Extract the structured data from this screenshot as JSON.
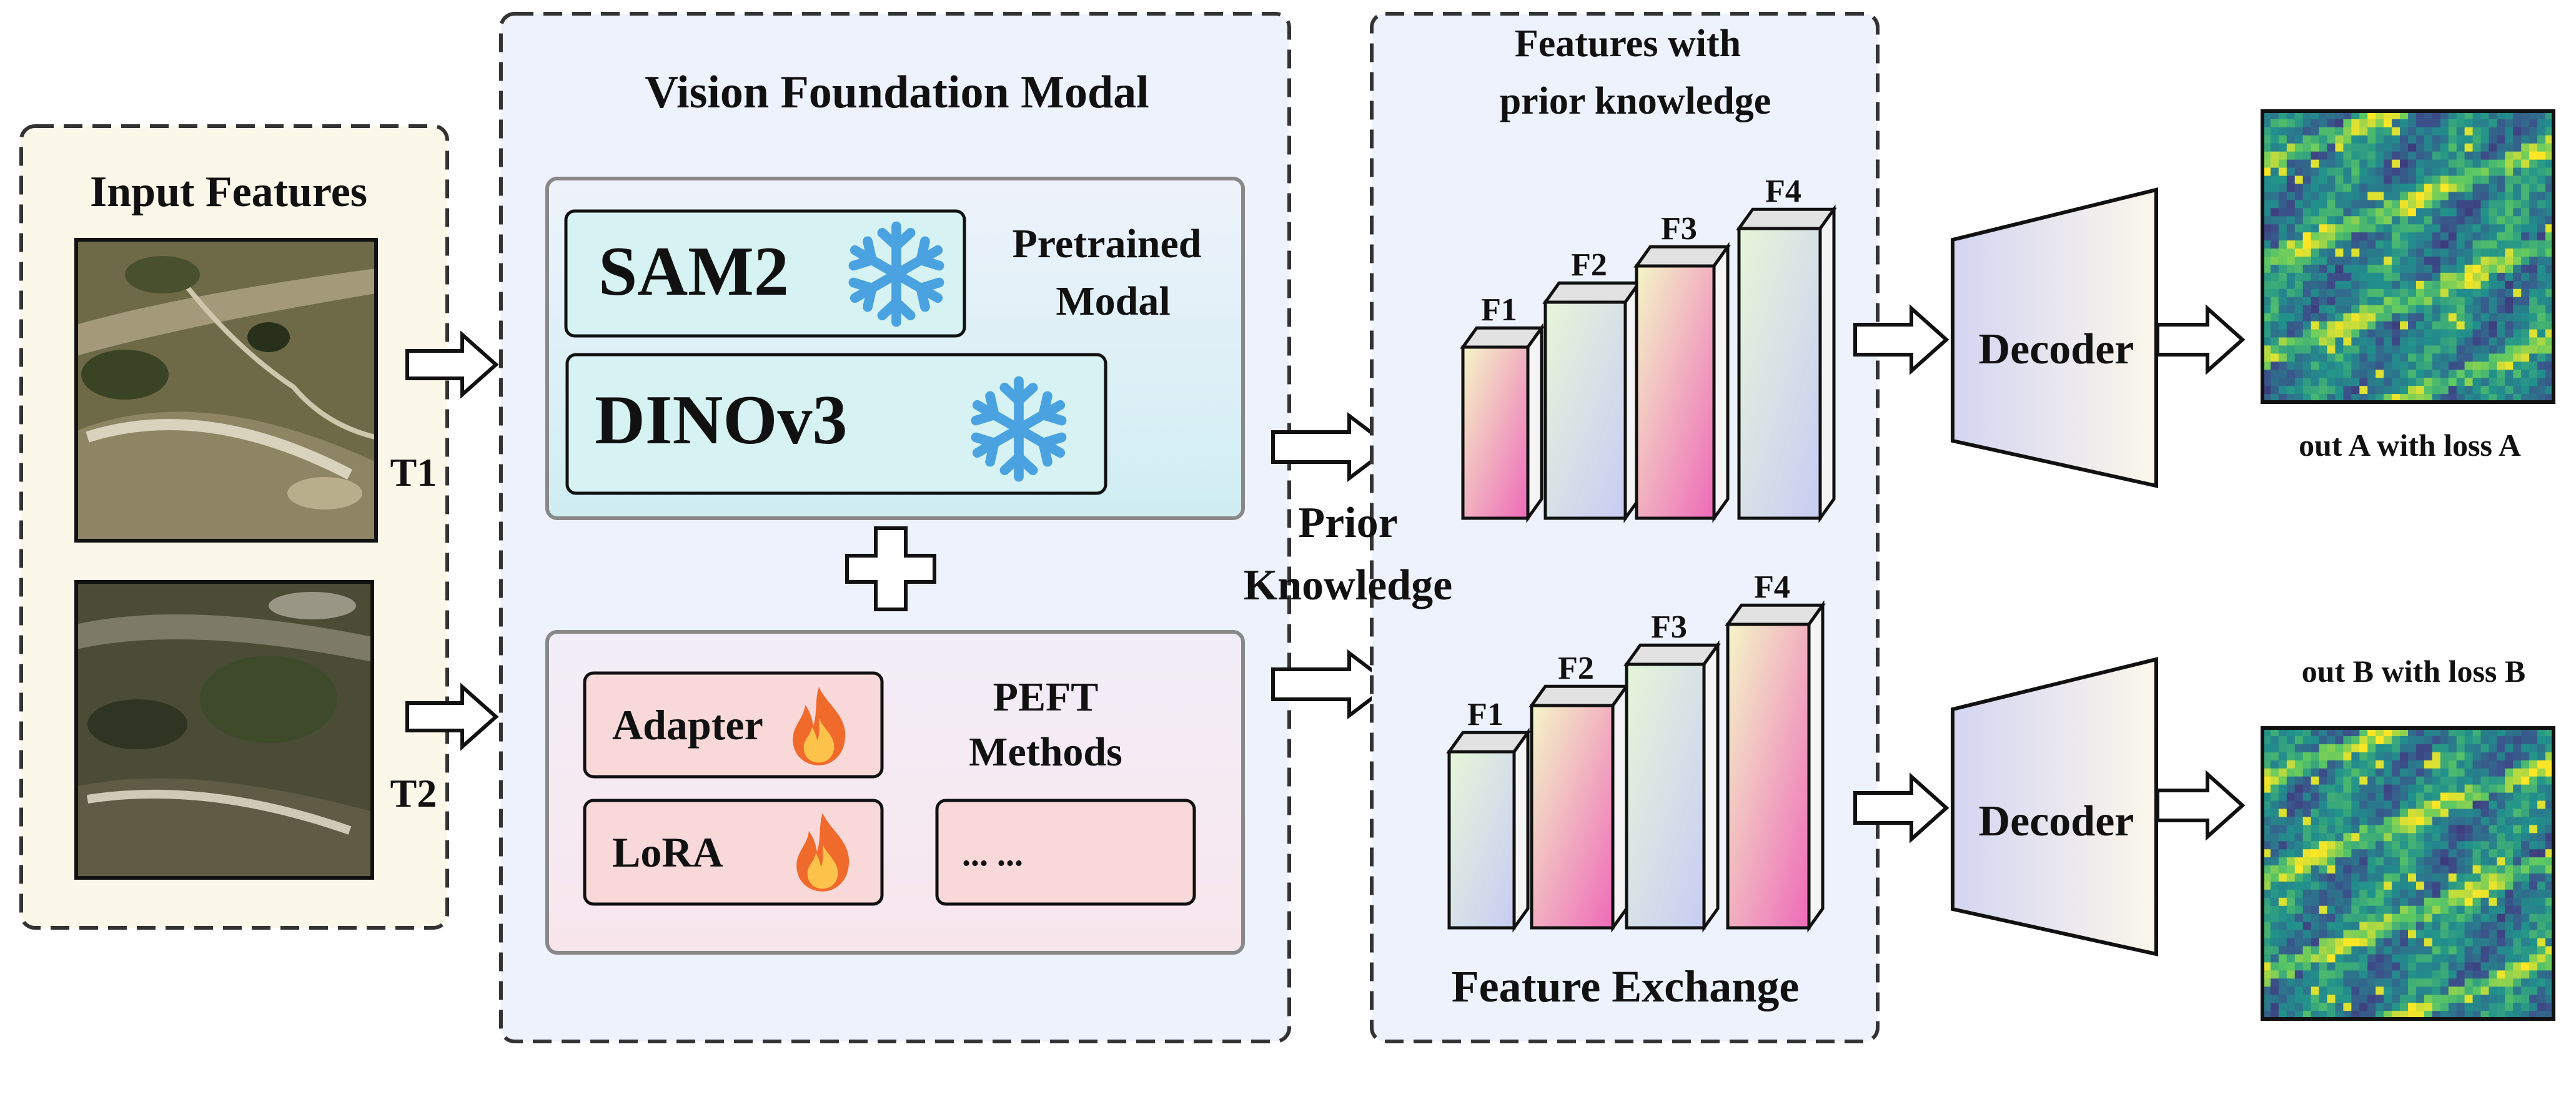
{
  "input_panel": {
    "title": "Input Features",
    "t1_label": "T1",
    "t2_label": "T2"
  },
  "vfm_panel": {
    "title": "Vision Foundation Modal",
    "pretrained_group": {
      "label_line1": "Pretrained",
      "label_line2": "Modal",
      "models": [
        "SAM2",
        "DINOv3"
      ],
      "model_icon": "snowflake-icon"
    },
    "peft_group": {
      "label_line1": "PEFT",
      "label_line2": "Methods",
      "methods": [
        "Adapter",
        "LoRA",
        "... ..."
      ],
      "method_icon": "flame-icon"
    }
  },
  "prior_knowledge": {
    "line1": "Prior",
    "line2": "Knowledge"
  },
  "features_panel": {
    "title_line1": "Features with",
    "title_line2": "prior knowledge",
    "bottom_title": "Feature Exchange",
    "top_labels": [
      "F1",
      "F2",
      "F3",
      "F4"
    ],
    "bottom_labels": [
      "F1",
      "F2",
      "F3",
      "F4"
    ]
  },
  "decoders": {
    "top_label": "Decoder",
    "bottom_label": "Decoder"
  },
  "outputs": {
    "a_caption": "out A with loss A",
    "b_caption": "out B with loss B"
  },
  "colors": {
    "input_bg": "#fbf8ea",
    "vfm_bg": "#eef2fd",
    "pretrained_bg": "#d8f0f4",
    "peft_bg": "#f7eaf0",
    "method_box": "#f8d8d8",
    "snowflake": "#4aa3e0",
    "flame": "#f06a2c",
    "decoder_fill": "#dcdcf4",
    "viridis_dark": "#2b1b5c",
    "viridis_mid": "#1f8a8a",
    "viridis_bright": "#d7e22a"
  }
}
